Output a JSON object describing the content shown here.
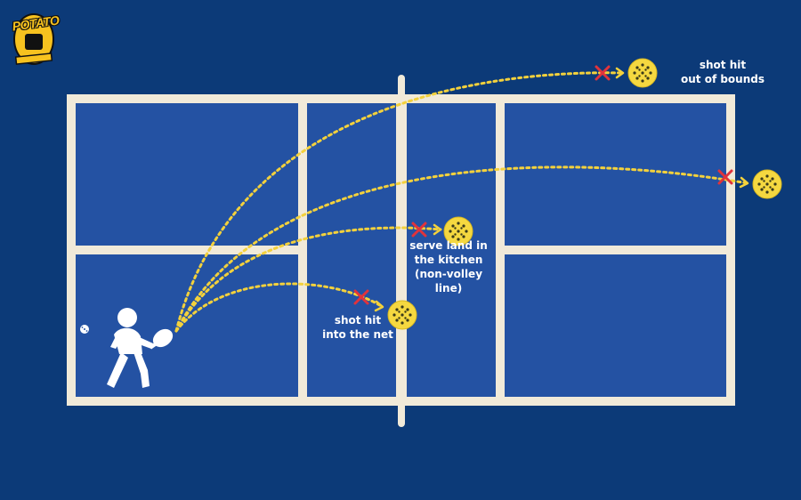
{
  "brand": {
    "logo_text": "POTATO"
  },
  "colors": {
    "background": "#0c3a78",
    "court": "#2452a3",
    "lines": "#f1ead9",
    "trajectory": "#f3d13c",
    "miss_mark": "#e0333c",
    "ball": "#f5d840"
  },
  "annotations": {
    "out_of_bounds": [
      "shot hit",
      "out of bounds"
    ],
    "kitchen": [
      "serve land in",
      "the kitchen",
      "(non-volley",
      "line)"
    ],
    "net": [
      "shot hit",
      "into the net"
    ]
  },
  "icons": {
    "player": "pickleball-player-icon",
    "ball": "pickleball-ball-icon",
    "miss": "x-mark-icon"
  }
}
